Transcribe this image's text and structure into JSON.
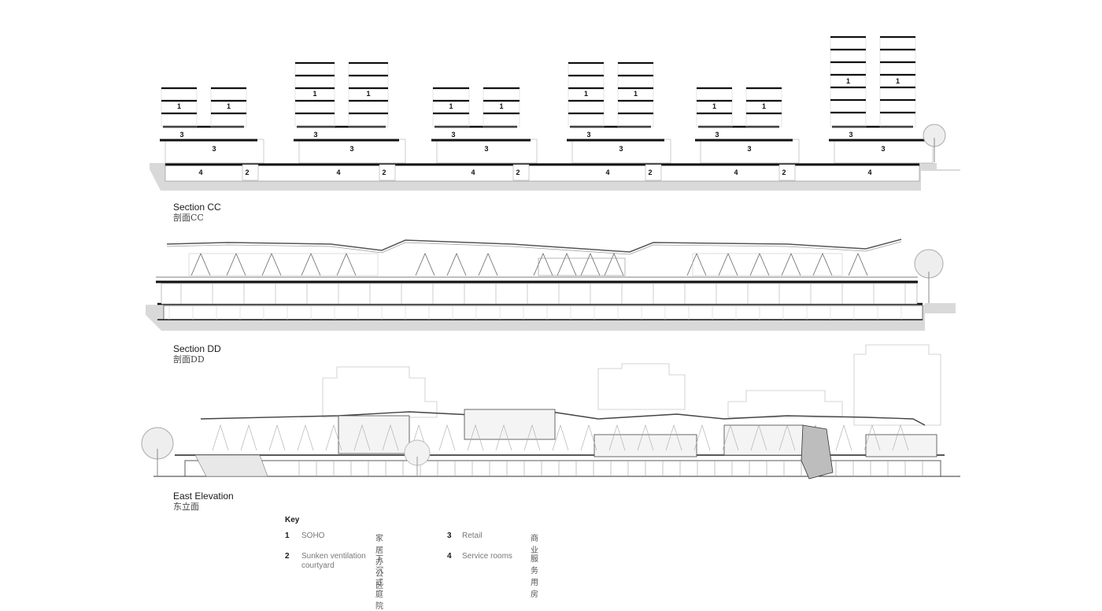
{
  "sections": {
    "cc": {
      "title": "Section CC",
      "subtitle": "剖面CC"
    },
    "dd": {
      "title": "Section DD",
      "subtitle": "剖面DD"
    },
    "east": {
      "title": "East Elevation",
      "subtitle": "东立面"
    }
  },
  "key": {
    "title": "Key",
    "items": [
      {
        "num": "1",
        "label": "SOHO",
        "zh": "家居办公区"
      },
      {
        "num": "2",
        "label": "Sunken ventilation courtyard",
        "zh": "下沉式庭院"
      },
      {
        "num": "3",
        "label": "Retail",
        "zh": "商业"
      },
      {
        "num": "4",
        "label": "Service rooms",
        "zh": "服务用房"
      }
    ]
  },
  "section_cc_labels": {
    "soho": "1",
    "courtyard": "2",
    "retail": "3",
    "service": "4"
  },
  "colors": {
    "ink": "#111111",
    "ground": "#d9d9d9",
    "line": "#9a9a9a",
    "light": "#c8c8c8"
  }
}
